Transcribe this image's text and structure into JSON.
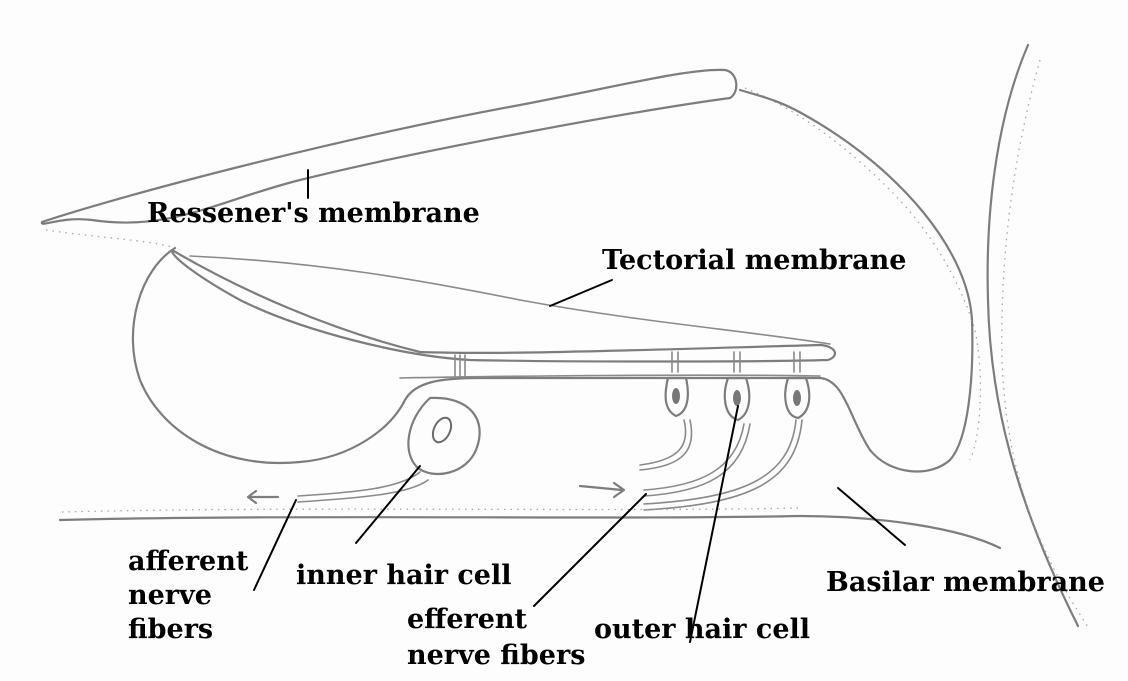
{
  "labels": {
    "ressener": "Ressener's membrane",
    "tectorial": "Tectorial membrane",
    "afferent": [
      "afferent",
      "nerve",
      "fibers"
    ],
    "inner_hair_cell": "inner hair cell",
    "efferent": [
      "efferent",
      "nerve fibers"
    ],
    "outer_hair_cell": "outer hair cell",
    "basilar": "Basilar membrane"
  }
}
